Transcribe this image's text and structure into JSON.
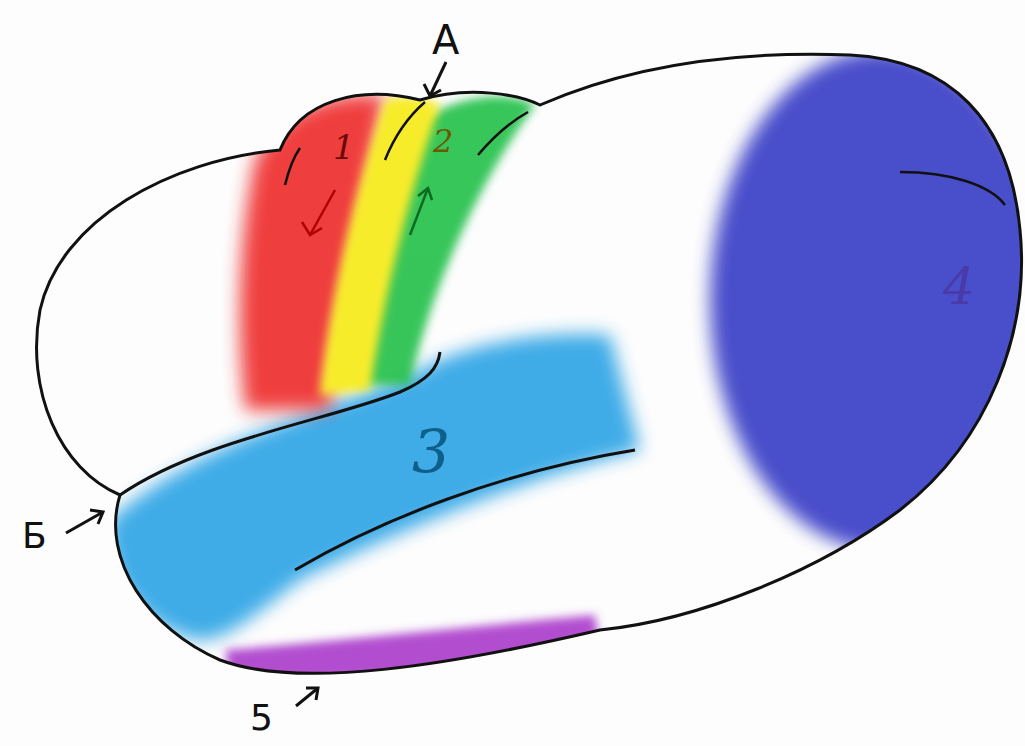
{
  "diagram": {
    "labels": [
      "А",
      "1",
      "2",
      "3",
      "4",
      "Б",
      "5"
    ]
  }
}
